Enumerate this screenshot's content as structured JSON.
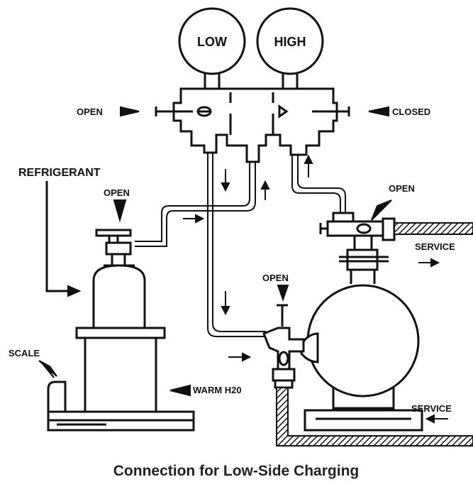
{
  "gauges": {
    "low_label": "LOW",
    "high_label": "HIGH"
  },
  "labels": {
    "open_left": "OPEN",
    "closed_right": "CLOSED",
    "refrigerant": "REFRIGERANT",
    "open_cylinder": "OPEN",
    "open_service_top": "OPEN",
    "service_top": "SERVICE",
    "open_service_suction": "OPEN",
    "scale": "SCALE",
    "warm_water": "WARM H20",
    "service_bottom": "SERVICE"
  },
  "caption": "Connection for Low-Side Charging",
  "colors": {
    "line": "#111111",
    "hose_fill": "#ffffff"
  }
}
